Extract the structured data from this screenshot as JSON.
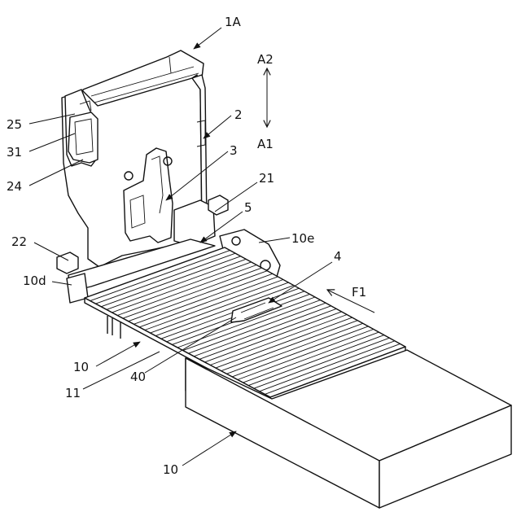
{
  "labels": {
    "l1A": "1A",
    "l2": "2",
    "l3": "3",
    "l21": "21",
    "l5": "5",
    "l10e": "10e",
    "l4": "4",
    "lF1": "F1",
    "l25": "25",
    "l31": "31",
    "l24": "24",
    "l22": "22",
    "l10d": "10d",
    "l10a": "10",
    "l11": "11",
    "l40": "40",
    "l10b": "10",
    "lA2": "A2",
    "lA1": "A1"
  },
  "ribbon": {
    "conductor_count": 34
  }
}
